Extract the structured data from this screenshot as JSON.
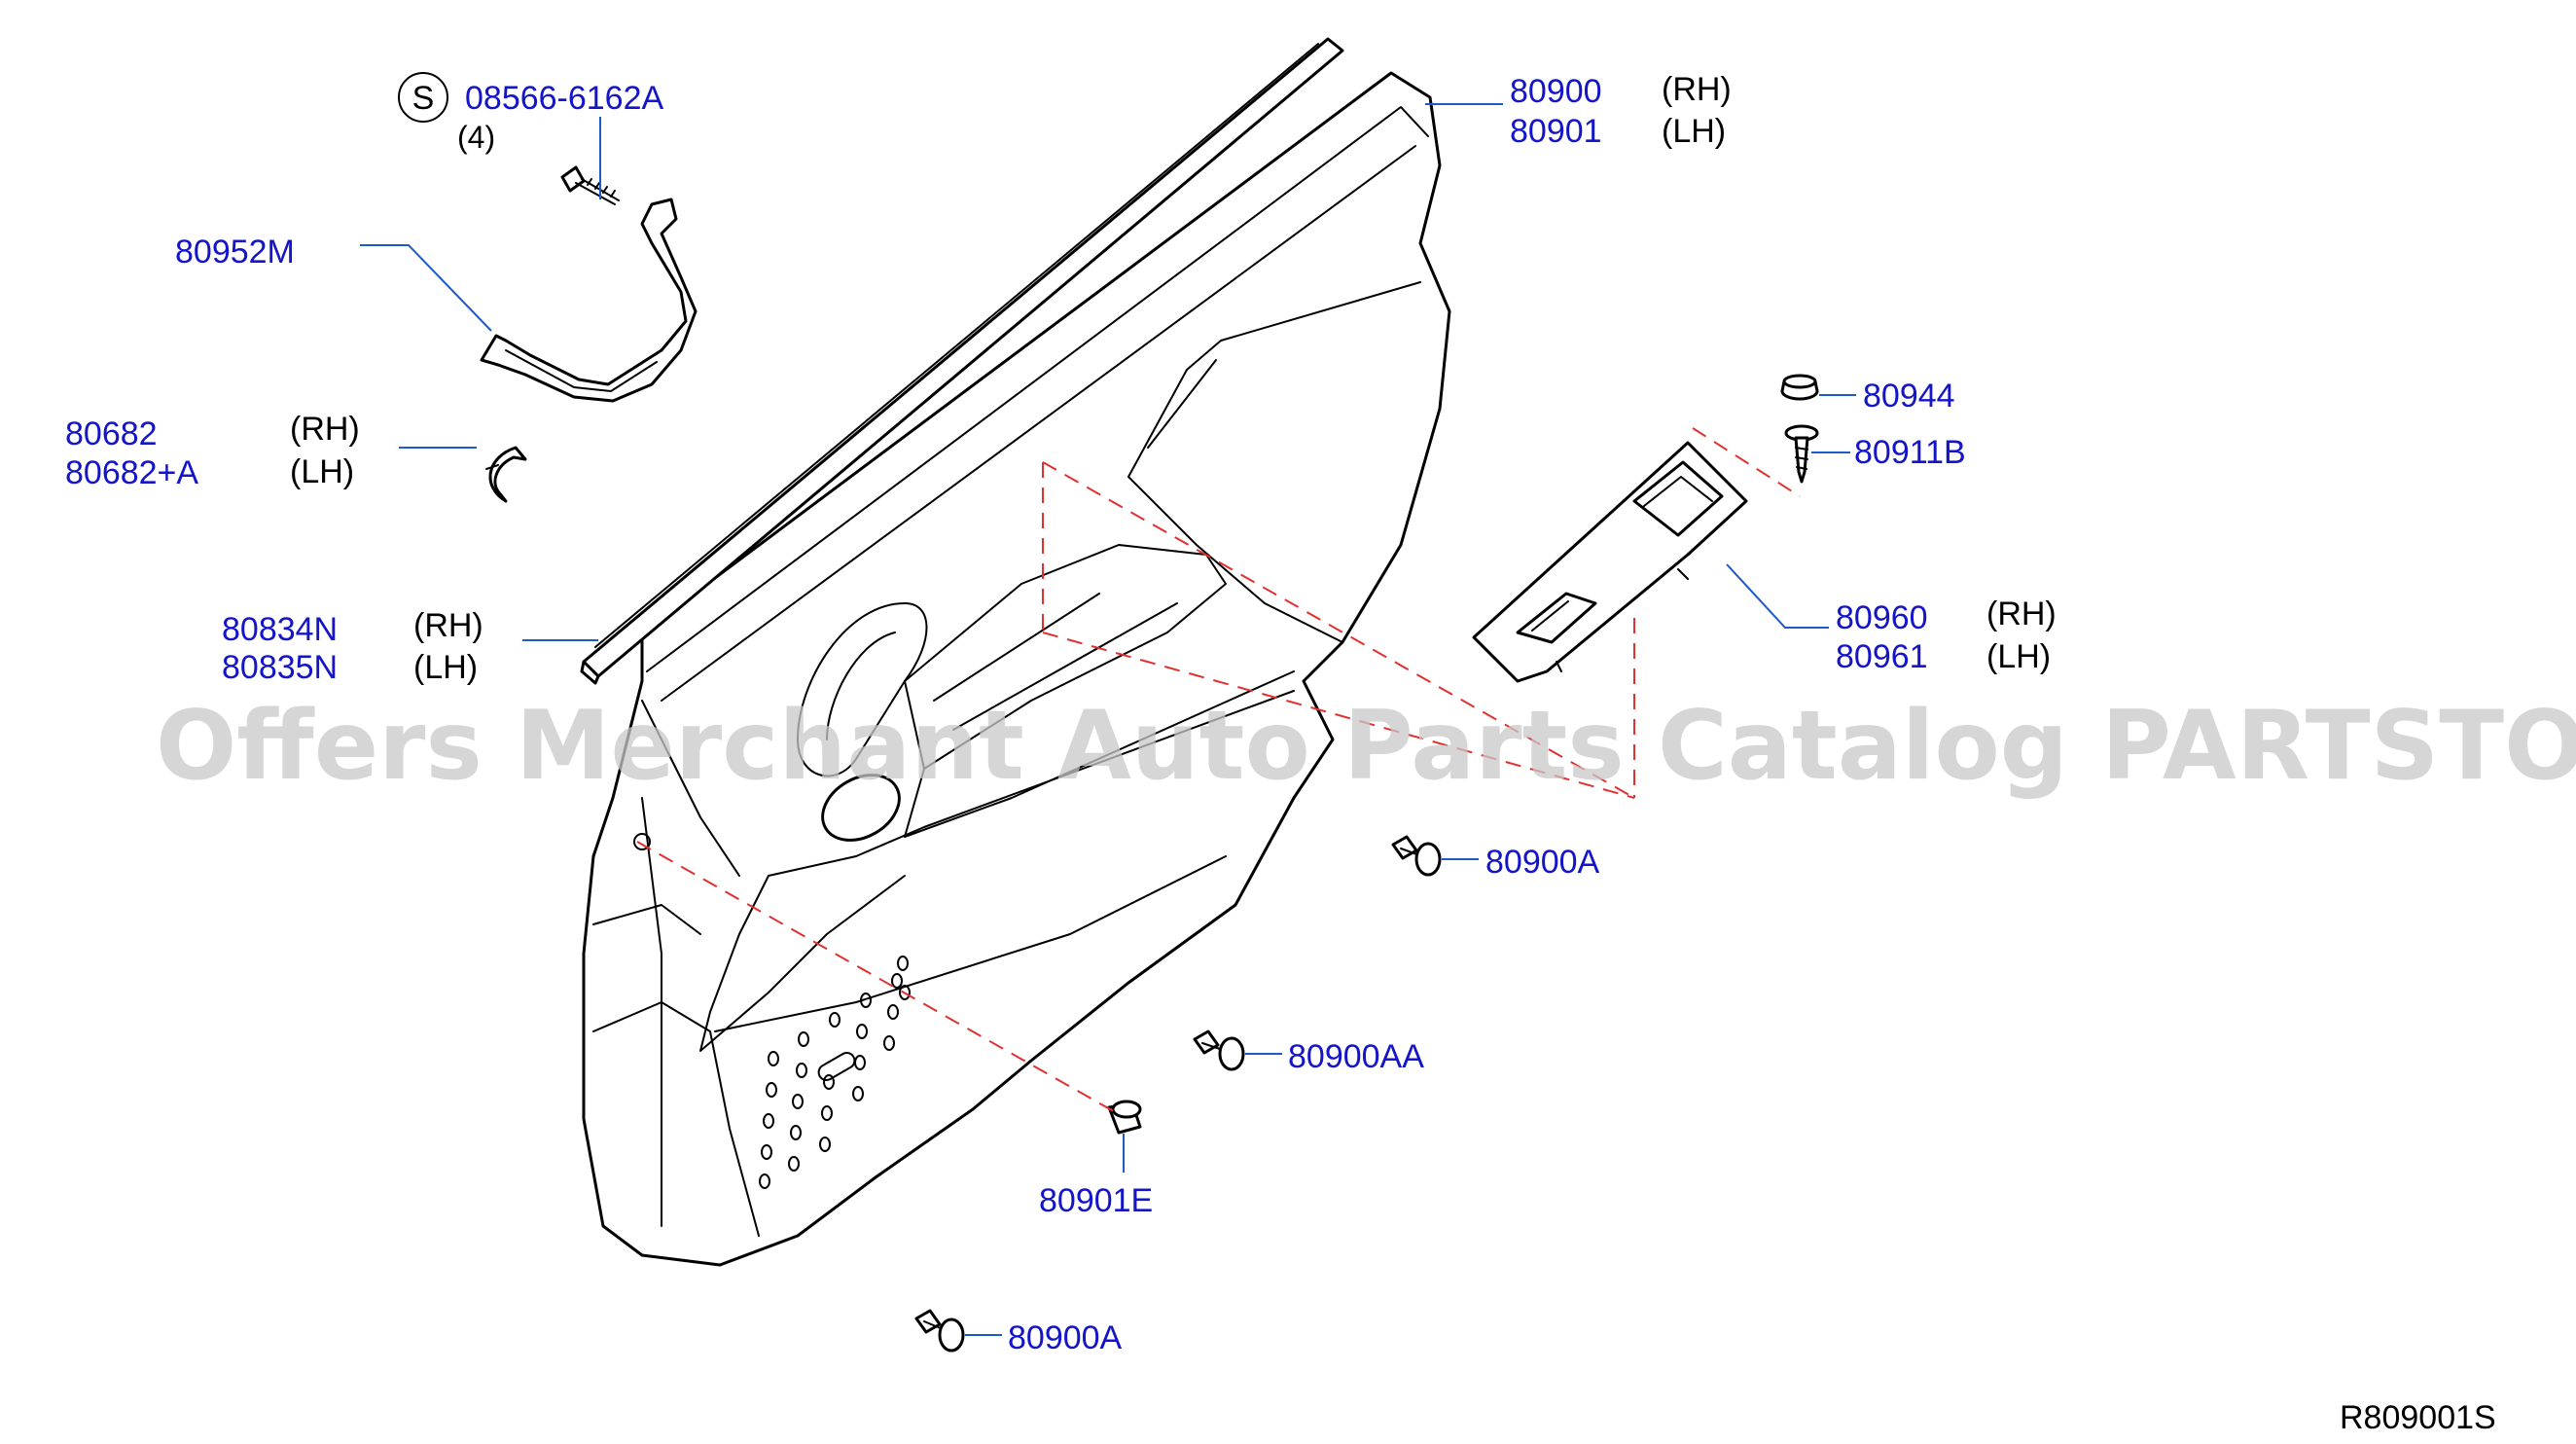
{
  "watermark": "Offers Merchant Auto Parts Catalog PARTSTORE.SA",
  "reference_code": "R809001S",
  "callouts": {
    "screw_symbol": "S",
    "screw_number": "08566-6162A",
    "screw_qty": "(4)",
    "finisher_rh": "80900",
    "finisher_lh": "80901",
    "finisher_rh_side": "(RH)",
    "finisher_lh_side": "(LH)",
    "pull_handle": "80952M",
    "clip_rh": "80682",
    "clip_lh": "80682+A",
    "clip_rh_side": "(RH)",
    "clip_lh_side": "(LH)",
    "seal_rh": "80834N",
    "seal_lh": "80835N",
    "seal_rh_side": "(RH)",
    "seal_lh_side": "(LH)",
    "cap": "80944",
    "screw_b": "80911B",
    "armrest_rh": "80960",
    "armrest_lh": "80961",
    "armrest_rh_side": "(RH)",
    "armrest_lh_side": "(LH)",
    "clip_a_upper": "80900A",
    "clip_aa": "80900AA",
    "clip_e": "80901E",
    "clip_a_lower": "80900A"
  }
}
